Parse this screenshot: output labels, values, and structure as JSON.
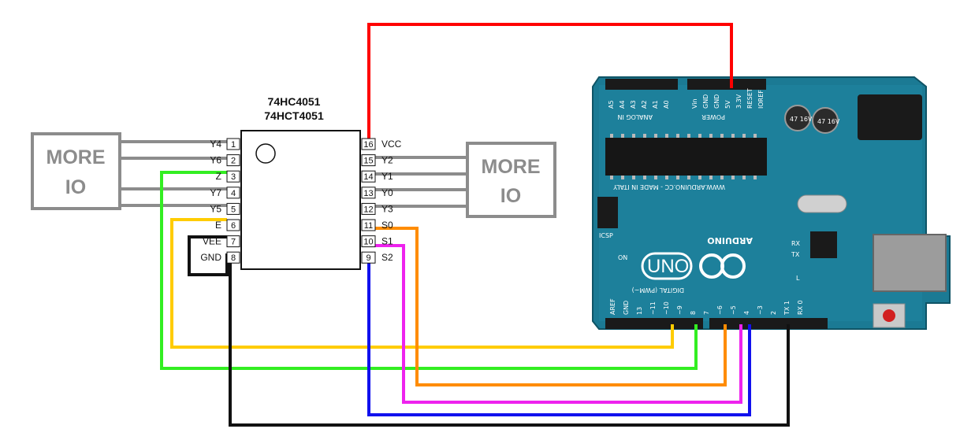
{
  "ic": {
    "name_line1": "74HC4051",
    "name_line2": "74HCT4051",
    "left_pins": [
      {
        "num": "1",
        "label": "Y4"
      },
      {
        "num": "2",
        "label": "Y6"
      },
      {
        "num": "3",
        "label": "Z"
      },
      {
        "num": "4",
        "label": "Y7"
      },
      {
        "num": "5",
        "label": "Y5"
      },
      {
        "num": "6",
        "label": "E"
      },
      {
        "num": "7",
        "label": "VEE"
      },
      {
        "num": "8",
        "label": "GND"
      }
    ],
    "right_pins": [
      {
        "num": "16",
        "label": "VCC"
      },
      {
        "num": "15",
        "label": "Y2"
      },
      {
        "num": "14",
        "label": "Y1"
      },
      {
        "num": "13",
        "label": "Y0"
      },
      {
        "num": "12",
        "label": "Y3"
      },
      {
        "num": "11",
        "label": "S0"
      },
      {
        "num": "10",
        "label": "S1"
      },
      {
        "num": "9",
        "label": "S2"
      }
    ]
  },
  "io_left": {
    "line1": "MORE",
    "line2": "IO"
  },
  "io_right": {
    "line1": "MORE",
    "line2": "IO"
  },
  "arduino": {
    "brand": "ARDUINO",
    "model": "UNO",
    "analog_header": "ANALOG IN",
    "power_header": "POWER",
    "digital_header": "DIGITAL (PWM~)",
    "website": "WWW.ARDUINO.CC - MADE IN ITALY",
    "power_pins": [
      "Vin",
      "GND",
      "GND",
      "5V",
      "3.3V",
      "RESET",
      "IOREF"
    ],
    "analog_pins": [
      "A5",
      "A4",
      "A3",
      "A2",
      "A1",
      "A0"
    ],
    "digital_pins": [
      "AREF",
      "GND",
      "13",
      "~11",
      "~10",
      "~9",
      "8",
      "7",
      "~6",
      "~5",
      "4",
      "~3",
      "2",
      "TX 1",
      "RX 0"
    ],
    "labels": {
      "on": "ON",
      "tx": "TX",
      "rx": "RX",
      "l": "L",
      "icsp": "ICSP",
      "aref": "AREF"
    },
    "cap_label": "47 16V"
  },
  "wire_colors": {
    "vcc": "#ff0000",
    "z": "#33ee22",
    "e": "#ffcc00",
    "s0": "#ff8c00",
    "s1": "#ee22ee",
    "s2": "#1111ee",
    "gnd": "#111111",
    "io": "#8c8c8c"
  }
}
